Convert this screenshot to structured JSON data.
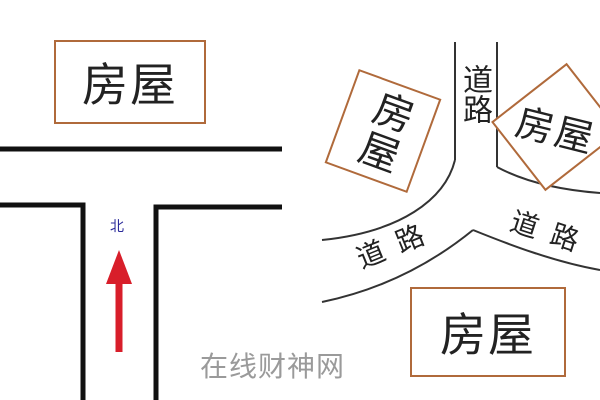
{
  "left_diagram": {
    "house_label": "房屋",
    "north_label": "北",
    "arrow_color": "#d81e2a"
  },
  "right_diagram": {
    "house_upper_left": "房屋",
    "house_upper_right": "房屋",
    "house_bottom": "房屋",
    "road_top": "道路",
    "road_left": "道路",
    "road_right": "道路"
  },
  "colors": {
    "house_border": "#b06a3b",
    "road_line": "#111111"
  },
  "watermark": "在线财神网"
}
